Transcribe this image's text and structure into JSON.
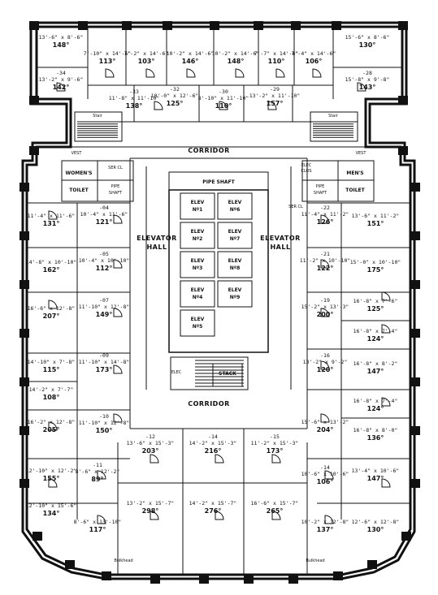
{
  "plan": {
    "corridor_top": "CORRIDOR",
    "corridor_bottom": "CORRIDOR",
    "elevator_hall_left": [
      "ELEVATOR",
      "HALL"
    ],
    "elevator_hall_right": [
      "ELEVATOR",
      "HALL"
    ],
    "pipe_shaft": "PIPE SHAFT",
    "stack": "STACK",
    "elevators": [
      [
        "ELEV",
        "Nº1"
      ],
      [
        "ELEV",
        "Nº6"
      ],
      [
        "ELEV",
        "Nº2"
      ],
      [
        "ELEV",
        "Nº7"
      ],
      [
        "ELEV",
        "Nº3"
      ],
      [
        "ELEV",
        "Nº8"
      ],
      [
        "ELEV",
        "Nº4"
      ],
      [
        "ELEV",
        "Nº9"
      ],
      [
        "ELEV",
        "Nº5"
      ]
    ],
    "womens_toilet": [
      "WOMEN'S",
      "TOILET"
    ],
    "mens_toilet": [
      "MEN'S",
      "TOILET"
    ],
    "left_pipe_shaft": [
      "PIPE",
      "SHAFT"
    ],
    "right_pipe_shaft": [
      "PIPE",
      "SHAFT"
    ],
    "ser_left": "SER CL",
    "ser_right": "SER CL",
    "elec_clos": [
      "ELEC",
      "CLOS"
    ],
    "elec_small": "ELEC",
    "vest_left": "VEST",
    "vest_right": "VEST",
    "stair_note_left": "Stair",
    "stair_note_right": "Stair",
    "bulkhead_left": "Bulkhead",
    "bulkhead_right": "Bulkhead",
    "top_rooms": [
      {
        "dims": "13'-6\" x 8'-6\"",
        "area": "148°"
      },
      {
        "dims": "7'-10\" x 14'-6\"",
        "area": "113°"
      },
      {
        "dims": "7'-2\" x 14'-6\"",
        "area": "103°"
      },
      {
        "dims": "10'-2\" x 14'-6\"",
        "area": "146°"
      },
      {
        "dims": "10'-2\" x 14'-6\"",
        "area": "148°"
      },
      {
        "dims": "7'-7\" x 14'-6\"",
        "area": "110°"
      },
      {
        "dims": "7'-4\" x 14'-6\"",
        "area": "106°"
      },
      {
        "dims": "15'-6\" x 8'-6\"",
        "area": "130°"
      }
    ],
    "top_second_row": [
      {
        "num": "-34",
        "dims": "13'-2\" x 9'-6\"",
        "area": "142°"
      },
      {
        "num": "-33",
        "dims": "11'-8\" x 11'-10\"",
        "area": "138°"
      },
      {
        "num": "-32",
        "dims": "10'-0\" x 12'-6\"",
        "area": "125°"
      },
      {
        "num": "-30",
        "dims": "8'-10\" x 11'-10\"",
        "area": "110°"
      },
      {
        "num": "-29",
        "dims": "13'-2\" x 11'-10\"",
        "area": "157°"
      },
      {
        "num": "-28",
        "dims": "15'-8\" x 9'-8\"",
        "area": "143°"
      }
    ],
    "left_rooms": [
      {
        "num": "",
        "dims": "11'-4\" x 11'-6\"",
        "area": "131°"
      },
      {
        "num": "-04",
        "dims": "10'-4\" x 11'-6\"",
        "area": "121°"
      },
      {
        "num": "",
        "dims": "14'-8\" x 10'-10\"",
        "area": "162°"
      },
      {
        "num": "-05",
        "dims": "10'-4\" x 10'-10\"",
        "area": "112°"
      },
      {
        "num": "",
        "dims": "16'-6\" x 12'-8\"",
        "area": "207°"
      },
      {
        "num": "-07",
        "dims": "11'-10\" x 12'-8\"",
        "area": "149°"
      },
      {
        "num": "",
        "dims": "14'-10\" x 7'-8\"",
        "area": "115°"
      },
      {
        "num": "-09",
        "dims": "11'-10\" x 14'-8\"",
        "area": "173°"
      },
      {
        "num": "",
        "dims": "14'-2\" x 7'-7\"",
        "area": "108°"
      },
      {
        "num": "",
        "dims": "16'-2\" x 12'-8\"",
        "area": "205°"
      },
      {
        "num": "-10",
        "dims": "11'-10\" x 12'-8\"",
        "area": "150°"
      },
      {
        "num": "",
        "dims": "12'-10\" x 12'-2\"",
        "area": "155°"
      },
      {
        "num": "-11",
        "dims": "8'-6\" x 12'-2\"",
        "area": "89°"
      },
      {
        "num": "",
        "dims": "12'-10\" x 15'-6\"",
        "area": "134°"
      },
      {
        "num": "",
        "dims": "8'-6\" x 13'-10\"",
        "area": "117°"
      }
    ],
    "right_rooms": [
      {
        "num": "-22",
        "dims": "11'-4\" x 11'-2\"",
        "area": "126°"
      },
      {
        "num": "",
        "dims": "13'-6\" x 11'-2\"",
        "area": "151°"
      },
      {
        "num": "-21",
        "dims": "11'-2\" x 10'-10\"",
        "area": "122°"
      },
      {
        "num": "",
        "dims": "15'-0\" x 10'-10\"",
        "area": "175°"
      },
      {
        "num": "-19",
        "dims": "15'-2\" x 13'-3\"",
        "area": "200°"
      },
      {
        "num": "",
        "dims": "16'-8\" x 7'-6\"",
        "area": "125°"
      },
      {
        "num": "",
        "dims": "16'-8\" x 7'-4\"",
        "area": "124°"
      },
      {
        "num": "-16",
        "dims": "13'-2\" x 9'-2\"",
        "area": "120°"
      },
      {
        "num": "",
        "dims": "16'-8\" x 8'-2\"",
        "area": "147°"
      },
      {
        "num": "",
        "dims": "15'-6\" x 13'-2\"",
        "area": "204°"
      },
      {
        "num": "",
        "dims": "16'-8\" x 7'-4\"",
        "area": "124°"
      },
      {
        "num": "",
        "dims": "16'-8\" x 8'-0\"",
        "area": "136°"
      },
      {
        "num": "-14",
        "dims": "10'-6\" x 10'-6\"",
        "area": "106°"
      },
      {
        "num": "",
        "dims": "13'-4\" x 10'-6\"",
        "area": "147°"
      },
      {
        "num": "",
        "dims": "10'-2\" x 12'-8\"",
        "area": "137°"
      },
      {
        "num": "",
        "dims": "12'-6\" x 12'-8\"",
        "area": "130°"
      }
    ],
    "bottom_rooms": [
      {
        "num": "-12",
        "dims": "13'-6\" x 15'-3\"",
        "area": "203°"
      },
      {
        "num": "-14",
        "dims": "14'-2\" x 15'-3\"",
        "area": "216°"
      },
      {
        "num": "-15",
        "dims": "11'-2\" x 15'-3\"",
        "area": "173°"
      },
      {
        "num": "",
        "dims": "13'-2\" x 15'-7\"",
        "area": "298°"
      },
      {
        "num": "",
        "dims": "14'-2\" x 15'-7\"",
        "area": "276°"
      },
      {
        "num": "",
        "dims": "16'-6\" x 15'-7\"",
        "area": "265°"
      }
    ]
  }
}
